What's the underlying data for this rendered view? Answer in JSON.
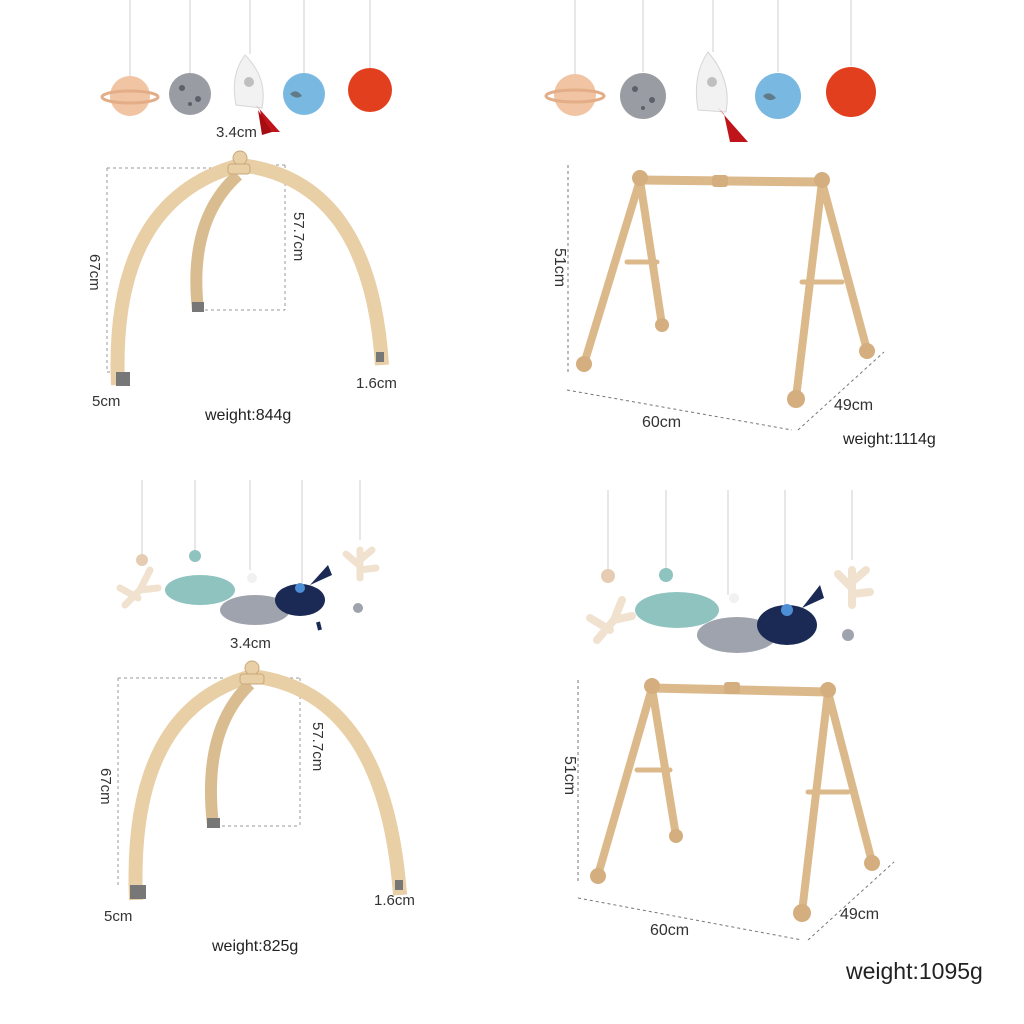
{
  "panels": {
    "arch_space": {
      "top_width": "3.4cm",
      "inner_height": "57.7cm",
      "total_height": "67cm",
      "leg_width": "5cm",
      "tip_width": "1.6cm",
      "weight": "weight:844g"
    },
    "frame_space": {
      "height": "51cm",
      "width": "60cm",
      "depth": "49cm",
      "weight": "weight:1114g"
    },
    "arch_ocean": {
      "top_width": "3.4cm",
      "inner_height": "57.7cm",
      "total_height": "67cm",
      "leg_width": "5cm",
      "tip_width": "1.6cm",
      "weight": "weight:825g"
    },
    "frame_ocean": {
      "height": "51cm",
      "width": "60cm",
      "depth": "49cm",
      "weight": "weight:1095g"
    }
  },
  "toys": {
    "space": [
      "saturn-planet",
      "grey-moon",
      "rocket",
      "blue-earth",
      "red-sun"
    ],
    "ocean": [
      "tan-ball",
      "coral-branch",
      "mint-whale",
      "mint-ball",
      "grey-whale",
      "navy-whale",
      "coral-branch-right",
      "grey-ball"
    ]
  },
  "colors": {
    "wood": "#e8cfa5",
    "wood_dark": "#c9a97a",
    "saturn": "#f1c4a3",
    "moon": "#9a9ca3",
    "earth": "#79b8e0",
    "sun": "#e23f1f",
    "rocket_fin": "#c0141b",
    "mint": "#8fc3c0",
    "navy": "#1b2a55",
    "coral": "#f1e2cf"
  }
}
